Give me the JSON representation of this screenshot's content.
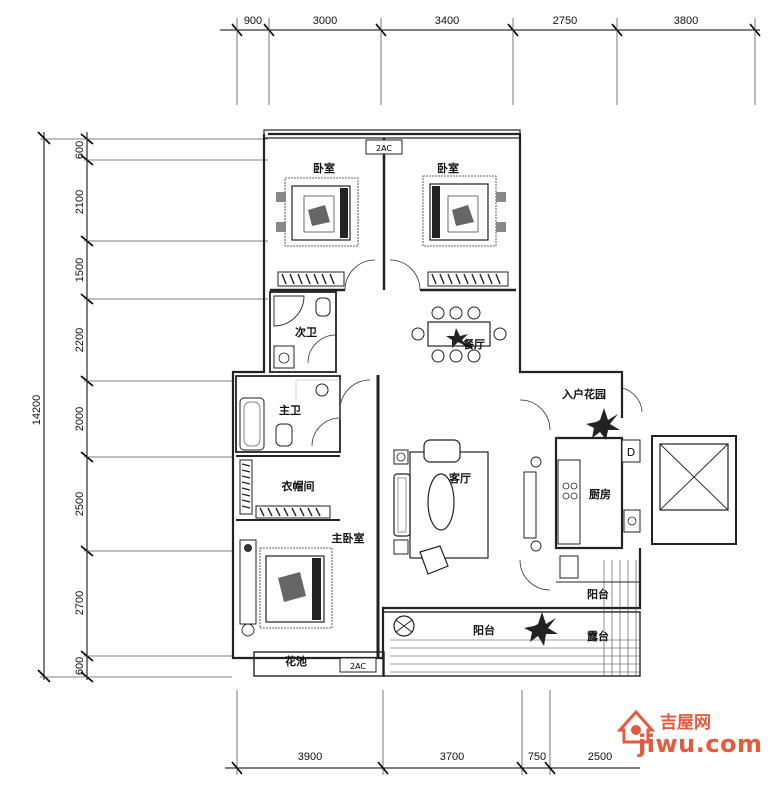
{
  "top_dimensions": [
    "900",
    "3000",
    "3400",
    "2750",
    "3800"
  ],
  "bottom_dimensions": [
    "3900",
    "3700",
    "750",
    "2500"
  ],
  "left_dimensions": [
    "600",
    "2100",
    "1500",
    "2200",
    "2000",
    "2500",
    "2700",
    "600"
  ],
  "total_height": "14200",
  "rooms": {
    "bedroom_1": "卧室",
    "bedroom_2": "卧室",
    "second_bath": "次卫",
    "dining": "餐厅",
    "entry_garden": "入户花园",
    "master_bath": "主卫",
    "closet": "衣帽间",
    "living": "客厅",
    "kitchen": "厨房",
    "master_bedroom": "主卧室",
    "balcony_small": "阳台",
    "balcony_main": "阳台",
    "terrace": "露台",
    "flower_bed": "花池"
  },
  "ac_labels": {
    "top": "2AC",
    "bottom": "2AC"
  },
  "shaft_label": "D",
  "watermark": {
    "name": "吉屋网",
    "domain": "jiwu.com"
  },
  "colors": {
    "line": "#222222",
    "watermark": "#e8583c",
    "background": "#ffffff"
  }
}
